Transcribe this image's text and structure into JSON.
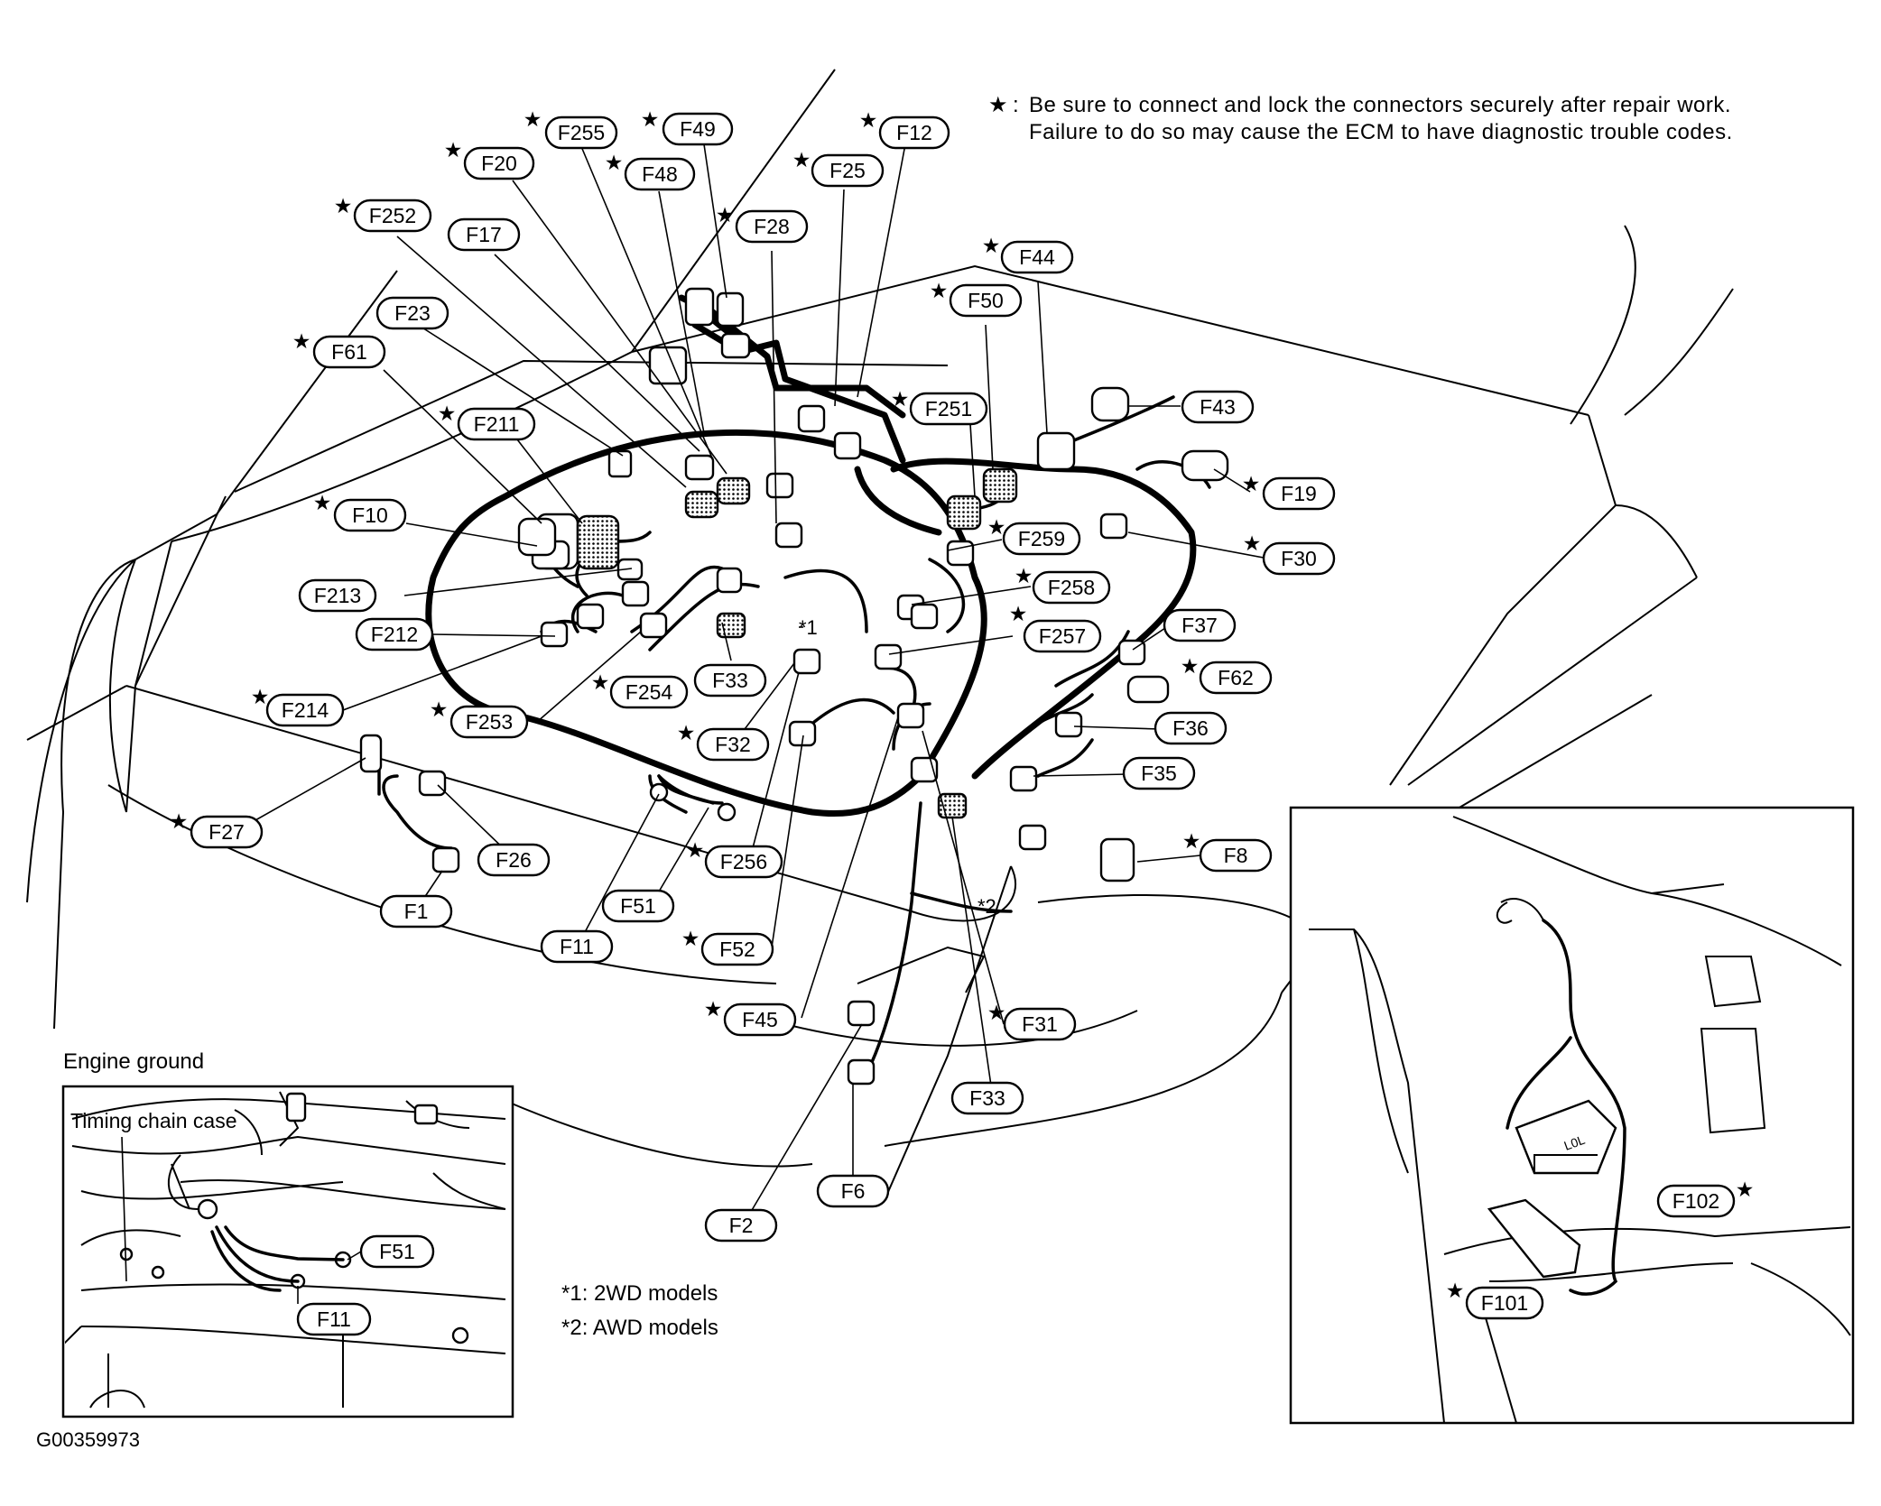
{
  "note": {
    "line1": "Be sure to connect and lock the connectors securely after repair work.",
    "line2": "Failure to do so may cause the ECM to have diagnostic trouble codes.",
    "star_symbol": "★",
    "colon": ":"
  },
  "footnotes": {
    "fn1": "*1:  2WD  models",
    "fn2": "*2:  AWD  models",
    "mark1": "*1",
    "mark2": "*2"
  },
  "inset_engine": {
    "title": "Engine  ground",
    "part": "Timing  chain  case",
    "label_a": "F51",
    "label_b": "F11"
  },
  "figure_id": "G00359973",
  "connectors": [
    {
      "id": "F255",
      "star": true
    },
    {
      "id": "F49",
      "star": true
    },
    {
      "id": "F12",
      "star": true
    },
    {
      "id": "F20",
      "star": true
    },
    {
      "id": "F48",
      "star": true
    },
    {
      "id": "F25",
      "star": true
    },
    {
      "id": "F252",
      "star": true
    },
    {
      "id": "F17",
      "star": false
    },
    {
      "id": "F28",
      "star": true
    },
    {
      "id": "F44",
      "star": true
    },
    {
      "id": "F23",
      "star": false
    },
    {
      "id": "F50",
      "star": true
    },
    {
      "id": "F61",
      "star": true
    },
    {
      "id": "F251",
      "star": true
    },
    {
      "id": "F43",
      "star": false
    },
    {
      "id": "F211",
      "star": true
    },
    {
      "id": "F19",
      "star": true
    },
    {
      "id": "F10",
      "star": true
    },
    {
      "id": "F259",
      "star": true
    },
    {
      "id": "F30",
      "star": true
    },
    {
      "id": "F213",
      "star": false
    },
    {
      "id": "F258",
      "star": true
    },
    {
      "id": "F212",
      "star": false
    },
    {
      "id": "F257",
      "star": true
    },
    {
      "id": "F37",
      "star": false
    },
    {
      "id": "F33",
      "star": false
    },
    {
      "id": "F62",
      "star": true
    },
    {
      "id": "F254",
      "star": true
    },
    {
      "id": "F214",
      "star": true
    },
    {
      "id": "F253",
      "star": true
    },
    {
      "id": "F36",
      "star": false
    },
    {
      "id": "F32",
      "star": true
    },
    {
      "id": "F35",
      "star": false
    },
    {
      "id": "F27",
      "star": true
    },
    {
      "id": "F26",
      "star": false
    },
    {
      "id": "F256",
      "star": true
    },
    {
      "id": "F8",
      "star": true
    },
    {
      "id": "F1",
      "star": false
    },
    {
      "id": "F51",
      "star": false
    },
    {
      "id": "F11",
      "star": false
    },
    {
      "id": "F52",
      "star": true
    },
    {
      "id": "F45",
      "star": true
    },
    {
      "id": "F31",
      "star": true
    },
    {
      "id": "F33",
      "star": false
    },
    {
      "id": "F6",
      "star": false
    },
    {
      "id": "F2",
      "star": false
    },
    {
      "id": "F102",
      "star": true
    },
    {
      "id": "F101",
      "star": true
    }
  ]
}
